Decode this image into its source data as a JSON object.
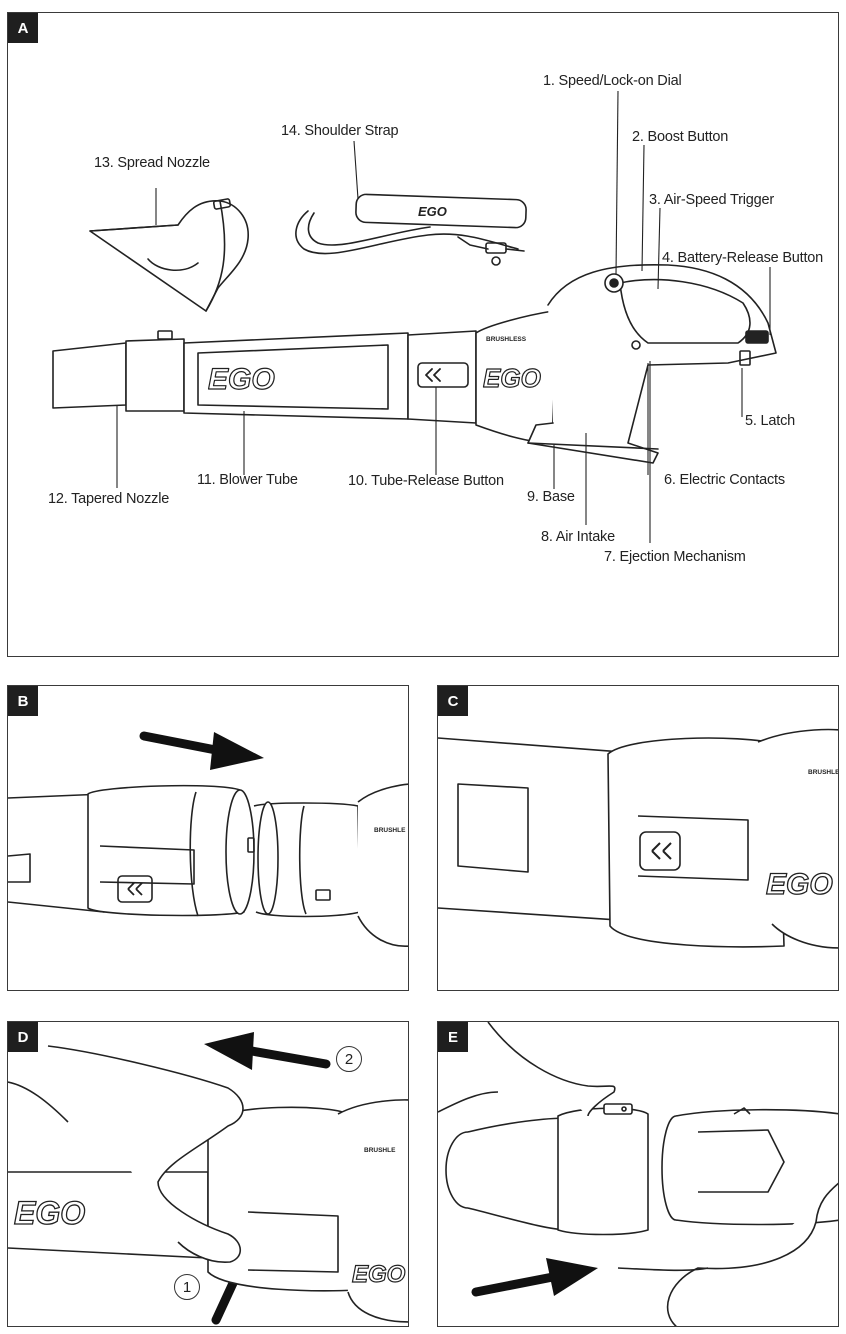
{
  "panels": {
    "a": {
      "tag": "A"
    },
    "b": {
      "tag": "B"
    },
    "c": {
      "tag": "C"
    },
    "d": {
      "tag": "D"
    },
    "e": {
      "tag": "E"
    }
  },
  "callouts": [
    {
      "id": 1,
      "label": "1. Speed/Lock-on Dial"
    },
    {
      "id": 2,
      "label": "2. Boost Button"
    },
    {
      "id": 3,
      "label": "3. Air-Speed Trigger"
    },
    {
      "id": 4,
      "label": "4. Battery-Release Button"
    },
    {
      "id": 5,
      "label": "5. Latch"
    },
    {
      "id": 6,
      "label": "6. Electric Contacts"
    },
    {
      "id": 7,
      "label": "7. Ejection Mechanism"
    },
    {
      "id": 8,
      "label": "8. Air Intake"
    },
    {
      "id": 9,
      "label": "9. Base"
    },
    {
      "id": 10,
      "label": "10. Tube-Release Button"
    },
    {
      "id": 11,
      "label": "11. Blower Tube"
    },
    {
      "id": 12,
      "label": "12. Tapered Nozzle"
    },
    {
      "id": 13,
      "label": "13. Spread Nozzle"
    },
    {
      "id": 14,
      "label": "14. Shoulder Strap"
    }
  ],
  "product_marks": {
    "brand": "EGO",
    "housing_label": "BRUSHLESS",
    "housing_label_short": "BRUSHLE"
  },
  "steps": {
    "d_step_1": "1",
    "d_step_2": "2"
  },
  "colors": {
    "frame": "#3a3a3a",
    "line_art": "#222222",
    "tag_fill": "#1f1f1f",
    "arrow": "#111111"
  }
}
